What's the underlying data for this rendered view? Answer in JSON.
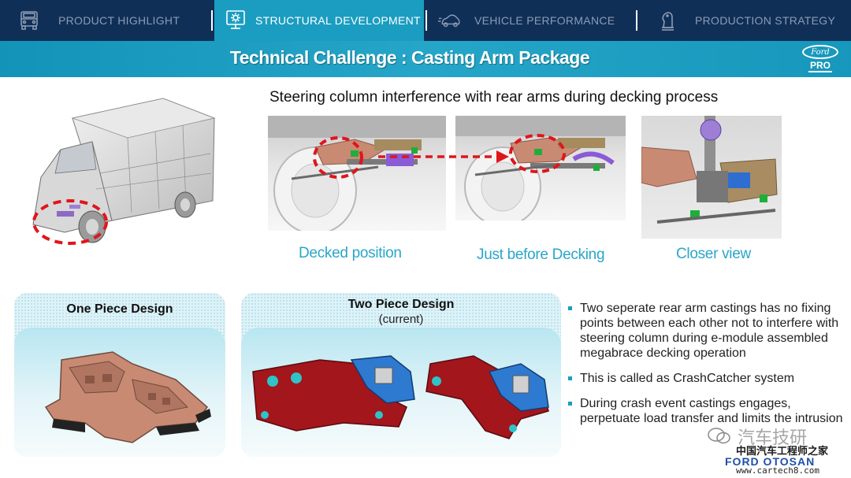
{
  "nav": {
    "items": [
      {
        "label": "PRODUCT HIGHLIGHT",
        "icon": "truck-icon",
        "active": false
      },
      {
        "label": "STRUCTURAL DEVELOPMENT",
        "icon": "gear-monitor-icon",
        "active": true
      },
      {
        "label": "VEHICLE PERFORMANCE",
        "icon": "car-speed-icon",
        "active": false
      },
      {
        "label": "PRODUCTION STRATEGY",
        "icon": "chess-knight-icon",
        "active": false
      }
    ]
  },
  "title": "Technical Challenge : Casting Arm Package",
  "logo": {
    "oval_text": "Ford",
    "sub_text": "PRO"
  },
  "headline": "Steering column interference with rear arms during decking process",
  "photos": [
    {
      "caption": "Decked position"
    },
    {
      "caption": "Just before Decking"
    },
    {
      "caption": "Closer view"
    }
  ],
  "designs": {
    "one_piece": {
      "title": "One Piece Design"
    },
    "two_piece": {
      "title": "Two Piece Design",
      "subtitle": "(current)"
    }
  },
  "bullets": [
    "Two seperate rear arm castings has no fixing points between each other not to interfere with steering column during e-module assembled megabrace decking operation",
    "This is called as CrashCatcher system",
    "During crash event castings engages, perpetuate load transfer and limits the intrusion"
  ],
  "watermark": {
    "text1": "汽车技研",
    "text2": "中国汽车工程师之家",
    "text3": "FORD OTOSAN",
    "text4": "www.cartech8.com"
  },
  "colors": {
    "nav_bg": "#0f2f57",
    "nav_active": "#1a9dc0",
    "title_bar": "#1f9fc3",
    "caption": "#2aa6c9",
    "highlight_dash": "#e0151b",
    "casting_copper": "#c98a73",
    "casting_red": "#a3161c",
    "casting_blue": "#2e7ad1"
  }
}
